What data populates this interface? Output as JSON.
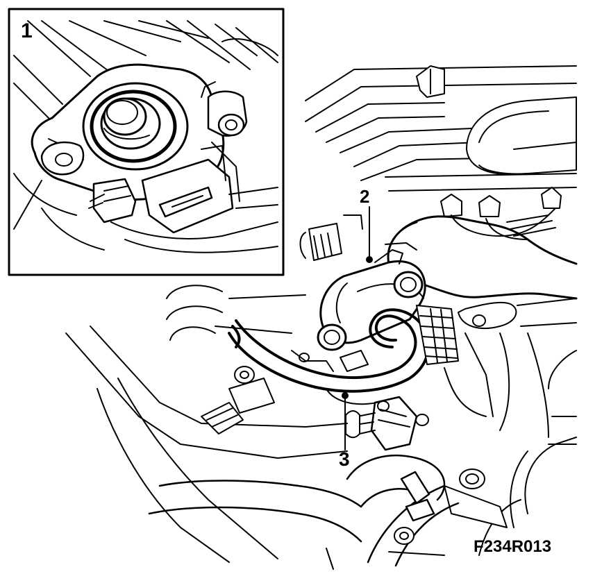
{
  "inset": {
    "label": "1"
  },
  "callouts": [
    {
      "id": "2"
    },
    {
      "id": "3"
    }
  ],
  "figure_id": "F234R013",
  "colors": {
    "ink": "#000000",
    "paper": "#ffffff"
  }
}
